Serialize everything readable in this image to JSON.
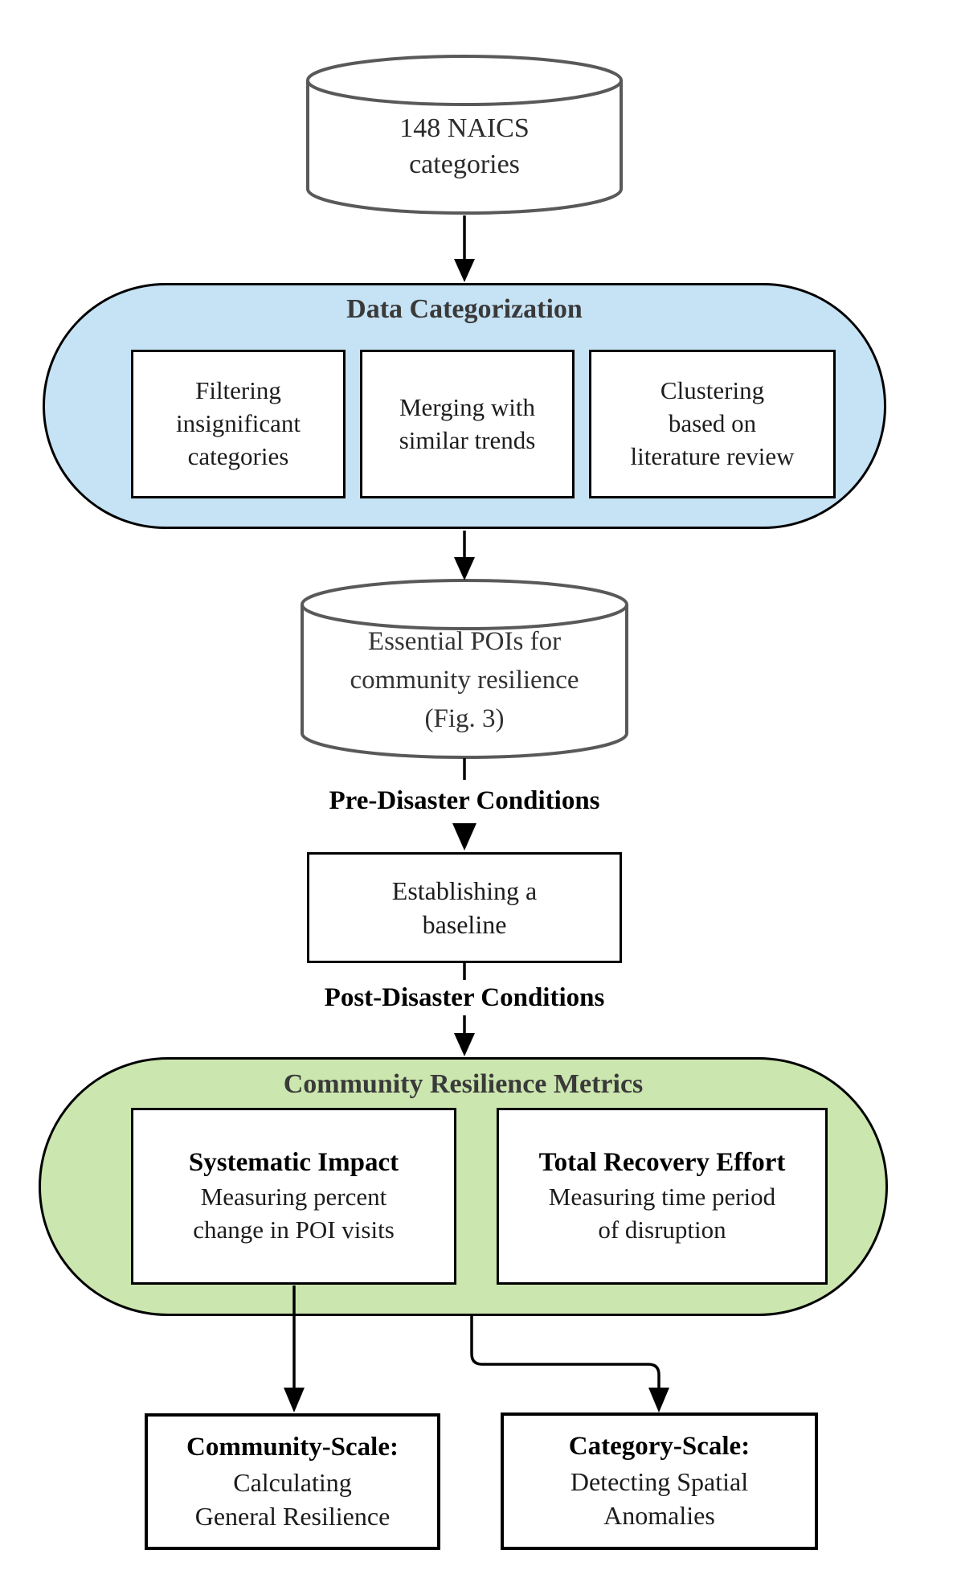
{
  "nodes": {
    "naics_db": "148 NAICS\ncategories",
    "data_categorization": {
      "title": "Data Categorization",
      "boxes": [
        "Filtering\ninsignificant\ncategories",
        "Merging with\nsimilar trends",
        "Clustering\nbased on\nliterature review"
      ]
    },
    "essential_pois_db": "Essential POIs for\ncommunity resilience\n(Fig. 3)",
    "pre_disaster_label": "Pre-Disaster Conditions",
    "baseline_box": "Establishing a\nbaseline",
    "post_disaster_label": "Post-Disaster Conditions",
    "resilience_metrics": {
      "title": "Community Resilience Metrics",
      "boxes": [
        {
          "title": "Systematic Impact",
          "body": "Measuring percent\nchange in POI visits"
        },
        {
          "title": "Total Recovery Effort",
          "body": "Measuring time period\nof disruption"
        }
      ]
    },
    "community_scale_box": {
      "title": "Community-Scale:",
      "body": "Calculating\nGeneral Resilience"
    },
    "category_scale_box": {
      "title": "Category-Scale:",
      "body": "Detecting Spatial\nAnomalies"
    }
  },
  "colors": {
    "categorization_fill": "#c6e2f5",
    "metrics_fill": "#cbe6ae",
    "cylinder_stroke": "#595959",
    "header_text": "#3a3a3a",
    "body_text": "#1c1c1c"
  }
}
